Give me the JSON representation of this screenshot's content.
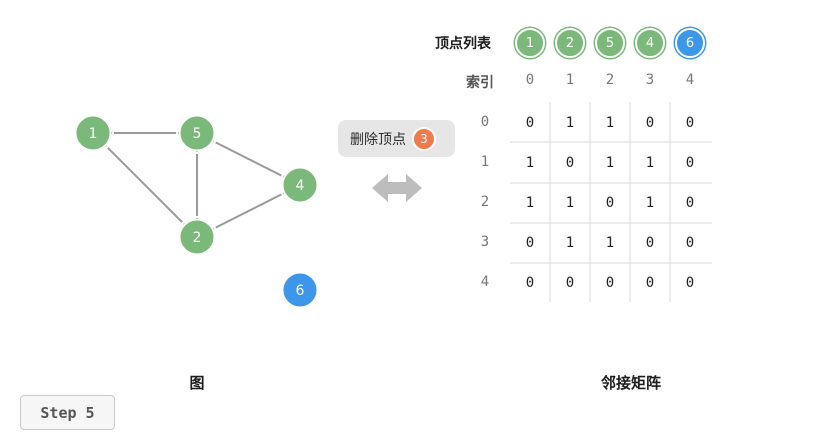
{
  "colors": {
    "green": "#7bb97b",
    "blue": "#3c97ea",
    "orange": "#ee7b4e",
    "edge": "#9a9a9a"
  },
  "graph": {
    "nodes": [
      {
        "id": "1",
        "color": "green"
      },
      {
        "id": "5",
        "color": "green"
      },
      {
        "id": "4",
        "color": "green"
      },
      {
        "id": "2",
        "color": "green"
      },
      {
        "id": "6",
        "color": "blue"
      }
    ],
    "edges": [
      [
        "1",
        "5"
      ],
      [
        "1",
        "2"
      ],
      [
        "5",
        "2"
      ],
      [
        "5",
        "4"
      ],
      [
        "2",
        "4"
      ]
    ],
    "caption": "图"
  },
  "operation": {
    "label": "删除顶点",
    "vertex": "3"
  },
  "vertex_list": {
    "title": "顶点列表",
    "items": [
      {
        "label": "1",
        "color": "green"
      },
      {
        "label": "2",
        "color": "green"
      },
      {
        "label": "5",
        "color": "green"
      },
      {
        "label": "4",
        "color": "green"
      },
      {
        "label": "6",
        "color": "blue"
      }
    ]
  },
  "matrix": {
    "index_title": "索引",
    "col_indices": [
      "0",
      "1",
      "2",
      "3",
      "4"
    ],
    "row_indices": [
      "0",
      "1",
      "2",
      "3",
      "4"
    ],
    "rows": [
      [
        "0",
        "1",
        "1",
        "0",
        "0"
      ],
      [
        "1",
        "0",
        "1",
        "1",
        "0"
      ],
      [
        "1",
        "1",
        "0",
        "1",
        "0"
      ],
      [
        "0",
        "1",
        "1",
        "0",
        "0"
      ],
      [
        "0",
        "0",
        "0",
        "0",
        "0"
      ]
    ],
    "caption": "邻接矩阵"
  },
  "step_button": {
    "label": "Step 5"
  }
}
